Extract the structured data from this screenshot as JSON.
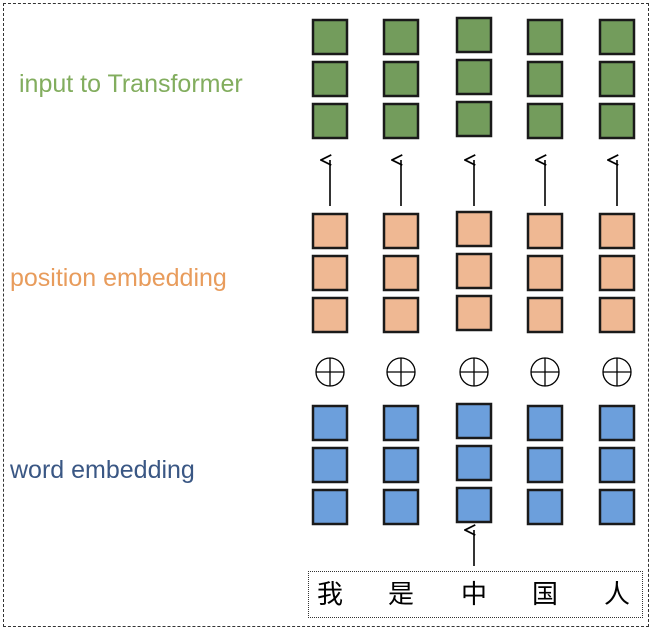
{
  "labels": {
    "input": "input to Transformer",
    "position": "position embedding",
    "word": "word embedding"
  },
  "tokens": [
    "我",
    "是",
    "中",
    "国",
    "人"
  ],
  "colors": {
    "input": "#739c5c",
    "input_text": "#82ad5e",
    "position": "#efb893",
    "position_text": "#e89c5c",
    "word": "#6c9fdc",
    "word_text": "#3a5784",
    "border": "#1a1a1a"
  },
  "icons": {
    "combine": "circled-plus-icon",
    "arrow": "arrow-up-icon"
  },
  "grid": {
    "columns": 5,
    "cells_per_stack": 3
  }
}
